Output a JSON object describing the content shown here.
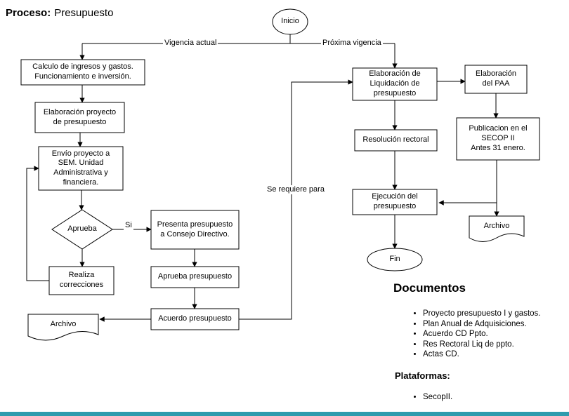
{
  "title": {
    "process_label": "Proceso:",
    "process_name": "Presupuesto"
  },
  "nodes": {
    "inicio": "Inicio",
    "calculo": "Calculo de ingresos y gastos.\nFuncionamiento e inversión.",
    "elaboracion_proyecto": "Elaboración proyecto\nde presupuesto",
    "envio": "Envío proyecto a\nSEM. Unidad\nAdministrativa y\nfinanciera.",
    "aprueba": "Aprueba",
    "presenta": "Presenta presupuesto\na Consejo Directivo.",
    "realiza": "Realiza\ncorrecciones",
    "aprueba_presupuesto": "Aprueba presupuesto",
    "acuerdo_presupuesto": "Acuerdo presupuesto",
    "archivo_izquierda": "Archivo",
    "liquidacion": "Elaboración de\nLiquidación de\npresupuesto",
    "paa": "Elaboración\ndel PAA",
    "secop": "Publicacion en el\nSECOP II\nAntes 31 enero.",
    "resolucion": "Resolución rectoral",
    "ejecucion": "Ejecución del\npresupuesto",
    "archivo_derecha": "Archivo",
    "fin": "Fin"
  },
  "edge_labels": {
    "vigencia_actual": "Vigencia actual",
    "proxima_vigencia": "Próxima vigencia",
    "si": "Si",
    "se_requiere_para": "Se requiere para"
  },
  "documentos": {
    "heading": "Documentos",
    "items": [
      "Proyecto presupuesto I y gastos.",
      "Plan Anual de Adquisiciones.",
      "Acuerdo CD Ppto.",
      "Res Rectoral Liq de ppto.",
      "Actas CD."
    ]
  },
  "plataformas": {
    "heading": "Plataformas:",
    "items": [
      "SecopII."
    ]
  },
  "colors": {
    "line": "#000000",
    "node_fill": "#ffffff",
    "footer_bar": "#2E9BAD"
  }
}
